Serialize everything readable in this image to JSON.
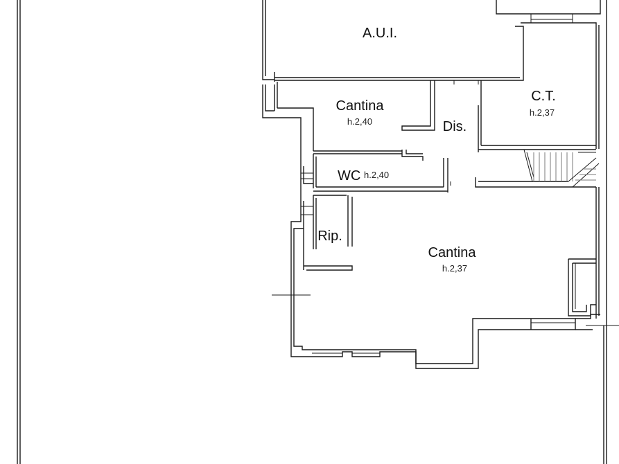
{
  "rooms": [
    {
      "name": "A.U.I.",
      "height": ""
    },
    {
      "name": "Cantina",
      "height": "h.2,40"
    },
    {
      "name": "C.T.",
      "height": "h.2,37"
    },
    {
      "name": "Dis.",
      "height": ""
    },
    {
      "name": "WC",
      "height": "h.2,40"
    },
    {
      "name": "Rip.",
      "height": ""
    },
    {
      "name": "Cantina",
      "height": "h.2,37"
    }
  ],
  "colors": {
    "line": "#1a1a1a",
    "background": "#ffffff"
  }
}
